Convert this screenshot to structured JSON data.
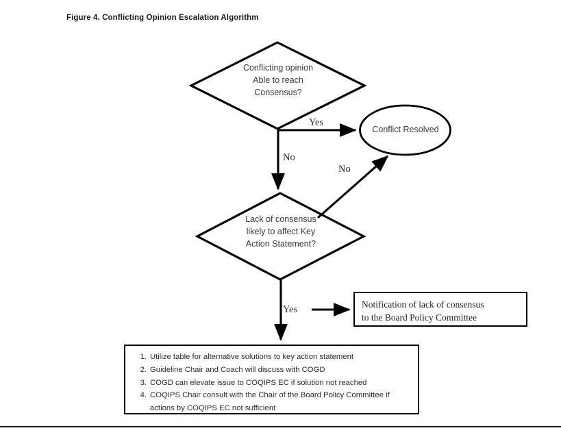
{
  "figure": {
    "title": "Figure 4. Conflicting Opinion Escalation Algorithm"
  },
  "flowchart": {
    "nodes": {
      "decision1": {
        "shape": "diamond",
        "text": "Conflicting opinion\nAble to reach\nConsensus?"
      },
      "decision2": {
        "shape": "diamond",
        "text": "Lack of consensus\nlikely to affect Key\nAction Statement?"
      },
      "terminator": {
        "shape": "ellipse",
        "text": "Conflict Resolved"
      },
      "notification": {
        "shape": "rectangle",
        "text": "Notification of lack of consensus\nto the Board Policy Committee"
      },
      "actions": {
        "shape": "rectangle",
        "items": [
          "Utilize table for alternative solutions to key action statement",
          "Guideline Chair and Coach will discuss with COGD",
          "COGD can elevate issue to COQIPS EC if solution not reached",
          "COQIPS Chair consult with the Chair of the Board Policy Committee if actions by COQIPS EC not sufficient"
        ]
      }
    },
    "edge_labels": {
      "decision1_yes": "Yes",
      "decision1_no": "No",
      "decision2_no": "No",
      "decision2_yes": "Yes"
    },
    "colors": {
      "stroke": "#000000",
      "fill": "#ffffff",
      "text": "#2b2b2b",
      "title": "#1a1a1a"
    }
  }
}
